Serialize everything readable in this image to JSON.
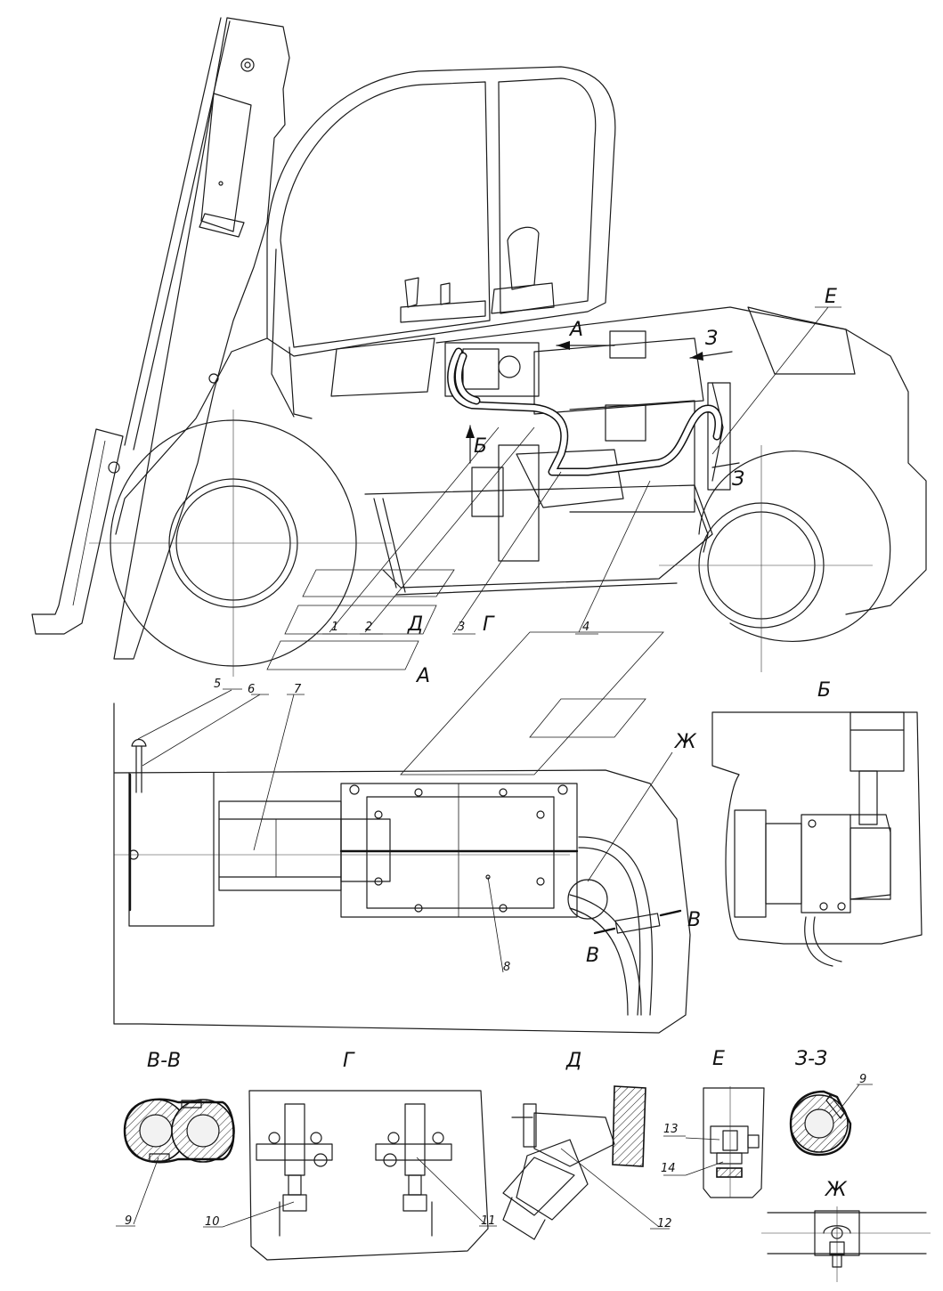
{
  "views": {
    "main_a_arrow": "А",
    "main_b_arrow": "Б",
    "main_e_label": "Е",
    "main_z_top": "З",
    "main_z_bottom": "З",
    "main_d_label": "Д",
    "main_g_label": "Г",
    "view_a_title": "А",
    "view_b_title": "Б",
    "view_zh_marker": "Ж",
    "view_v_left": "В",
    "view_v_right": "В",
    "section_vv_title": "В-В",
    "view_g_title": "Г",
    "view_d_title": "Д",
    "view_e_title": "Е",
    "section_zz_title": "З-З",
    "view_zh_title": "Ж"
  },
  "callouts": {
    "c1": "1",
    "c2": "2",
    "c3": "3",
    "c4": "4",
    "c5": "5",
    "c6": "6",
    "c7": "7",
    "c8": "8",
    "c9a": "9",
    "c9b": "9",
    "c10": "10",
    "c11": "11",
    "c12": "12",
    "c13": "13",
    "c14": "14"
  }
}
